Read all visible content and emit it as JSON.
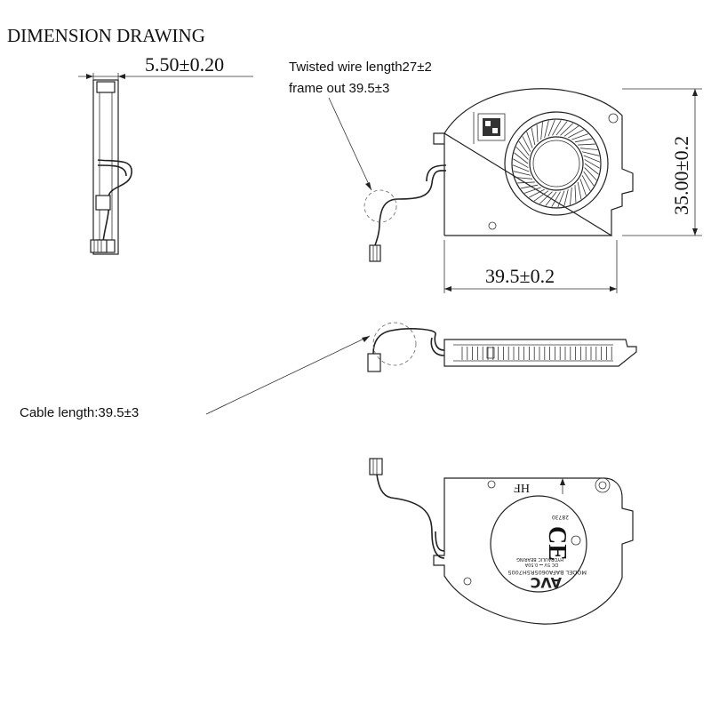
{
  "drawing": {
    "title": "DIMENSION DRAWING",
    "dim_thickness": "5.50±0.20",
    "dim_height": "35.00±0.2",
    "dim_width": "39.5±0.2",
    "note_twisted": "Twisted wire length27±2",
    "note_frame_out": "frame out 39.5±3",
    "note_cable": "Cable length:39.5±3"
  },
  "label": {
    "brand": "AVC",
    "model": "MODEL BAFA0605R5H7005",
    "rating": "DC 5V ⎓ 0.50A",
    "bearing": "HYDRAULIC BEARING",
    "code": "28730",
    "mark_ce": "CE",
    "mark_hf": "HF"
  }
}
